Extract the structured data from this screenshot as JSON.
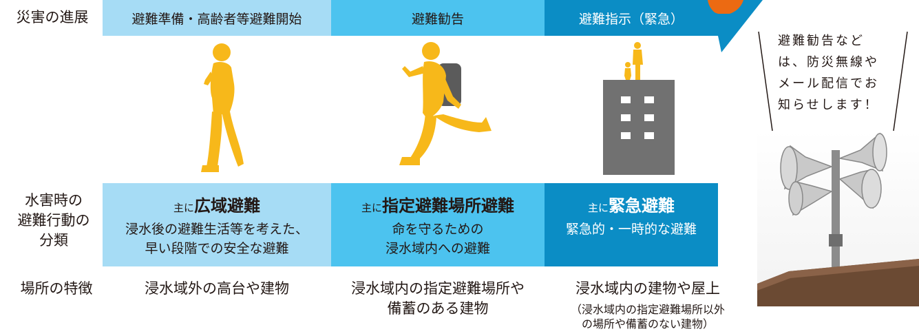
{
  "row_labels": {
    "progress": "災害の進展",
    "category": [
      "水害時の",
      "避難行動の",
      "分類"
    ],
    "feature": "場所の特徴"
  },
  "stages": [
    {
      "label": "避難準備・高齢者等避難開始"
    },
    {
      "label": "避難勧告"
    },
    {
      "label": "避難指示（緊急）"
    }
  ],
  "categories": [
    {
      "prefix": "主に",
      "title": "広域避難",
      "lines": [
        "浸水後の避難生活等を考えた、",
        "早い段階での安全な避難"
      ]
    },
    {
      "prefix": "主に",
      "title": "指定避難場所避難",
      "lines": [
        "命を守るための",
        "浸水域内への避難"
      ]
    },
    {
      "prefix": "主に",
      "title": "緊急避難",
      "lines": [
        "緊急的・一時的な避難"
      ]
    }
  ],
  "features": [
    {
      "lines": [
        "浸水域外の高台や建物"
      ]
    },
    {
      "lines": [
        "浸水域内の指定避難場所や",
        "備蓄のある建物"
      ]
    },
    {
      "lines": [
        "浸水域内の建物や屋上"
      ],
      "note": [
        "（浸水域内の指定避難場所以外",
        "の場所や備蓄のない建物）"
      ]
    }
  ],
  "bubble_lines": [
    "避難勧告など",
    "は、防災無線や",
    "メール配信でお",
    "知らせします！"
  ],
  "colors": {
    "stage1": "#a6dcf5",
    "stage2": "#4cc3ef",
    "stage3": "#0b8dc5",
    "figure": "#f7b81a",
    "building": "#717171",
    "accent_orange": "#ec6a12"
  },
  "icons": [
    "walking-person-icon",
    "running-person-icon",
    "building-rooftop-icon",
    "loudspeaker-icon"
  ]
}
